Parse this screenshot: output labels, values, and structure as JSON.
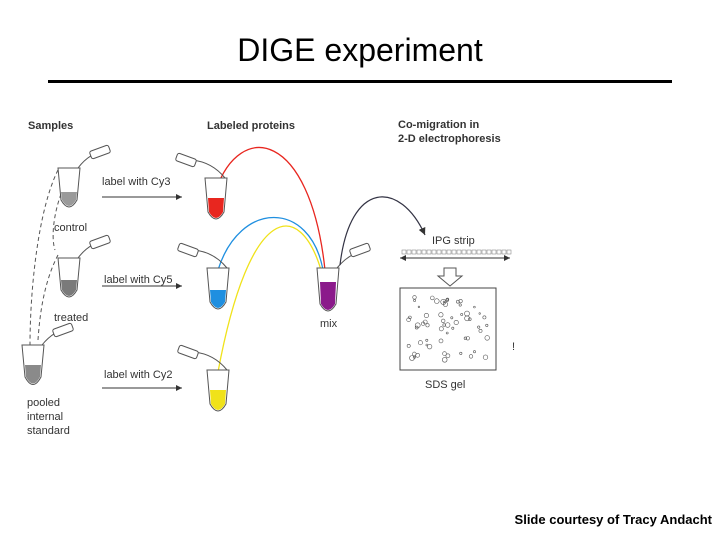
{
  "slide": {
    "title": "DIGE experiment",
    "credit": "Slide courtesy of Tracy Andacht"
  },
  "diagram": {
    "headers": {
      "samples": "Samples",
      "labeled": "Labeled proteins",
      "comigration_1": "Co-migration in",
      "comigration_2": "2-D electrophoresis"
    },
    "labels": {
      "cy3": "label with Cy3",
      "cy5": "label with Cy5",
      "cy2": "label with Cy2",
      "control": "control",
      "treated": "treated",
      "pooled_1": "pooled",
      "pooled_2": "internal",
      "pooled_3": "standard",
      "mix": "mix",
      "ipg": "IPG strip",
      "sds": "SDS gel",
      "stray": "!"
    },
    "colors": {
      "cy3": "#e8261f",
      "cy5": "#1f8fe0",
      "cy2": "#f0e21a",
      "mix": "#8b1a8b",
      "tube_gray": "#9a9a9a",
      "arc_dark": "#333344"
    }
  }
}
